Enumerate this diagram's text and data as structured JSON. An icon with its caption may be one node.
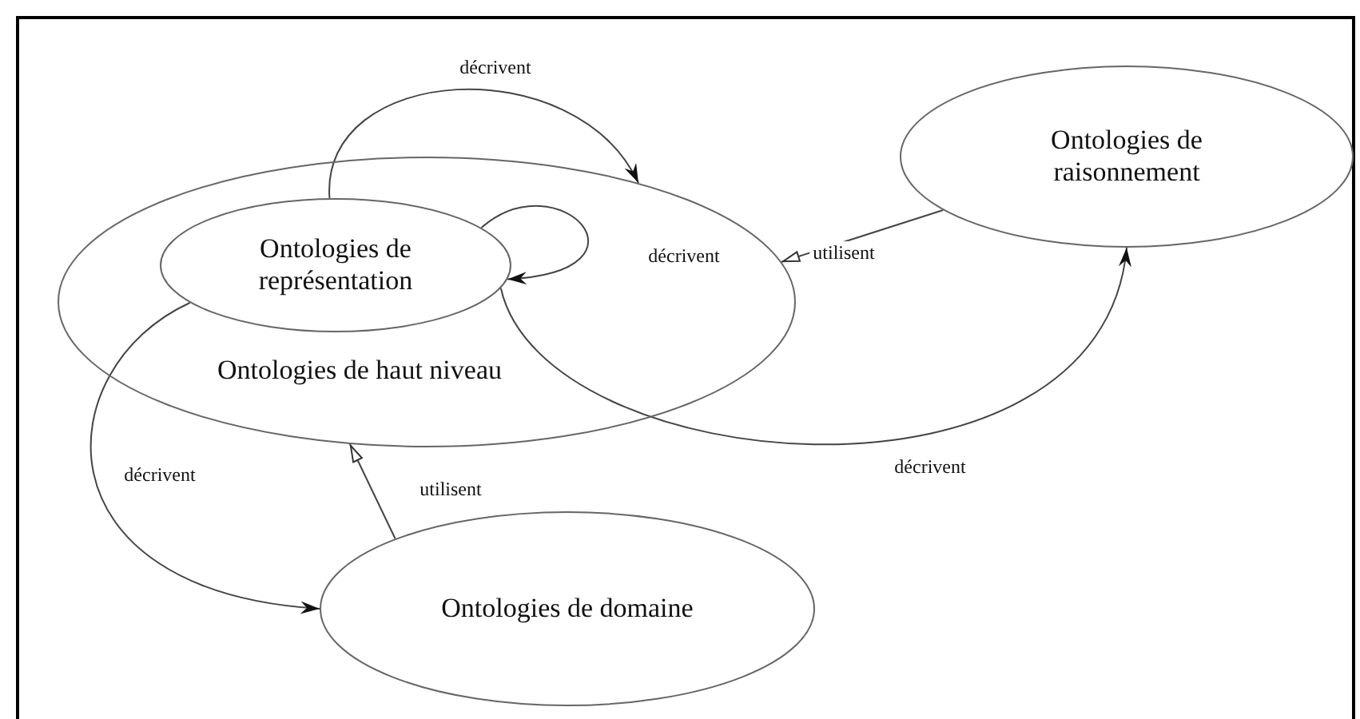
{
  "diagram": {
    "nodes": [
      {
        "text": [
          "Ontologies de haut niveau"
        ]
      },
      {
        "text": [
          "Ontologies de représentation"
        ],
        "in": 0
      },
      {
        "text": [
          "Ontologies de raisonnement"
        ]
      },
      {
        "text": [
          "Ontologies de domaine"
        ]
      }
    ],
    "edges": [
      {
        "from": 1,
        "to": 0,
        "label": "décrivent",
        "arrow": "to"
      },
      {
        "from": 1,
        "to": 1,
        "label": "décrivent",
        "arrow": "to"
      },
      {
        "from": 2,
        "to": 0,
        "label": "utilisent",
        "arrow": "to"
      },
      {
        "from": 1,
        "to": 2,
        "label": "décrivent",
        "arrow": "to"
      },
      {
        "from": 1,
        "to": 3,
        "label": "décrivent",
        "arrow": "to"
      },
      {
        "from": 3,
        "to": 0,
        "label": "utilisent",
        "arrow": "to"
      }
    ]
  }
}
